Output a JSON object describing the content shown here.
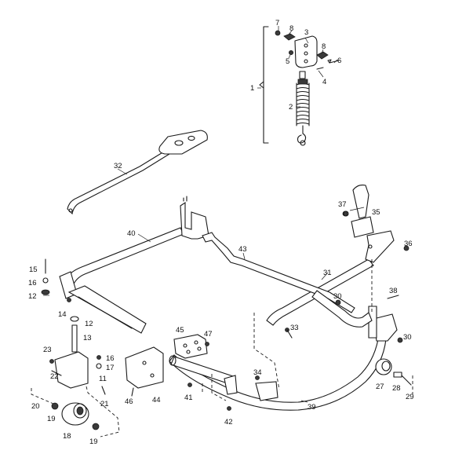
{
  "diagram": {
    "callouts": [
      {
        "id": "c1",
        "text": "1"
      },
      {
        "id": "c2",
        "text": "2"
      },
      {
        "id": "c3",
        "text": "3"
      },
      {
        "id": "c4",
        "text": "4"
      },
      {
        "id": "c5",
        "text": "5"
      },
      {
        "id": "c6",
        "text": "6"
      },
      {
        "id": "c7",
        "text": "7"
      },
      {
        "id": "c8a",
        "text": "8"
      },
      {
        "id": "c8b",
        "text": "8"
      },
      {
        "id": "c11",
        "text": "11"
      },
      {
        "id": "c12a",
        "text": "12"
      },
      {
        "id": "c12b",
        "text": "12"
      },
      {
        "id": "c13",
        "text": "13"
      },
      {
        "id": "c14",
        "text": "14"
      },
      {
        "id": "c15",
        "text": "15"
      },
      {
        "id": "c16a",
        "text": "16"
      },
      {
        "id": "c16b",
        "text": "16"
      },
      {
        "id": "c17",
        "text": "17"
      },
      {
        "id": "c18",
        "text": "18"
      },
      {
        "id": "c19a",
        "text": "19"
      },
      {
        "id": "c19b",
        "text": "19"
      },
      {
        "id": "c20",
        "text": "20"
      },
      {
        "id": "c21",
        "text": "21"
      },
      {
        "id": "c22",
        "text": "22"
      },
      {
        "id": "c23",
        "text": "23"
      },
      {
        "id": "c27",
        "text": "27"
      },
      {
        "id": "c28",
        "text": "28"
      },
      {
        "id": "c29",
        "text": "29"
      },
      {
        "id": "c30a",
        "text": "30"
      },
      {
        "id": "c30b",
        "text": "30"
      },
      {
        "id": "c31",
        "text": "31"
      },
      {
        "id": "c32",
        "text": "32"
      },
      {
        "id": "c33",
        "text": "33"
      },
      {
        "id": "c34",
        "text": "34"
      },
      {
        "id": "c35",
        "text": "35"
      },
      {
        "id": "c36",
        "text": "36"
      },
      {
        "id": "c37",
        "text": "37"
      },
      {
        "id": "c38",
        "text": "38"
      },
      {
        "id": "c39",
        "text": "39"
      },
      {
        "id": "c40",
        "text": "40"
      },
      {
        "id": "c41",
        "text": "41"
      },
      {
        "id": "c42",
        "text": "42"
      },
      {
        "id": "c43",
        "text": "43"
      },
      {
        "id": "c44",
        "text": "44"
      },
      {
        "id": "c45",
        "text": "45"
      },
      {
        "id": "c46",
        "text": "46"
      },
      {
        "id": "c47",
        "text": "47"
      }
    ],
    "colors": {
      "line": "#1a1a1a",
      "background": "#ffffff",
      "hardware": "#3a3a3a"
    }
  }
}
